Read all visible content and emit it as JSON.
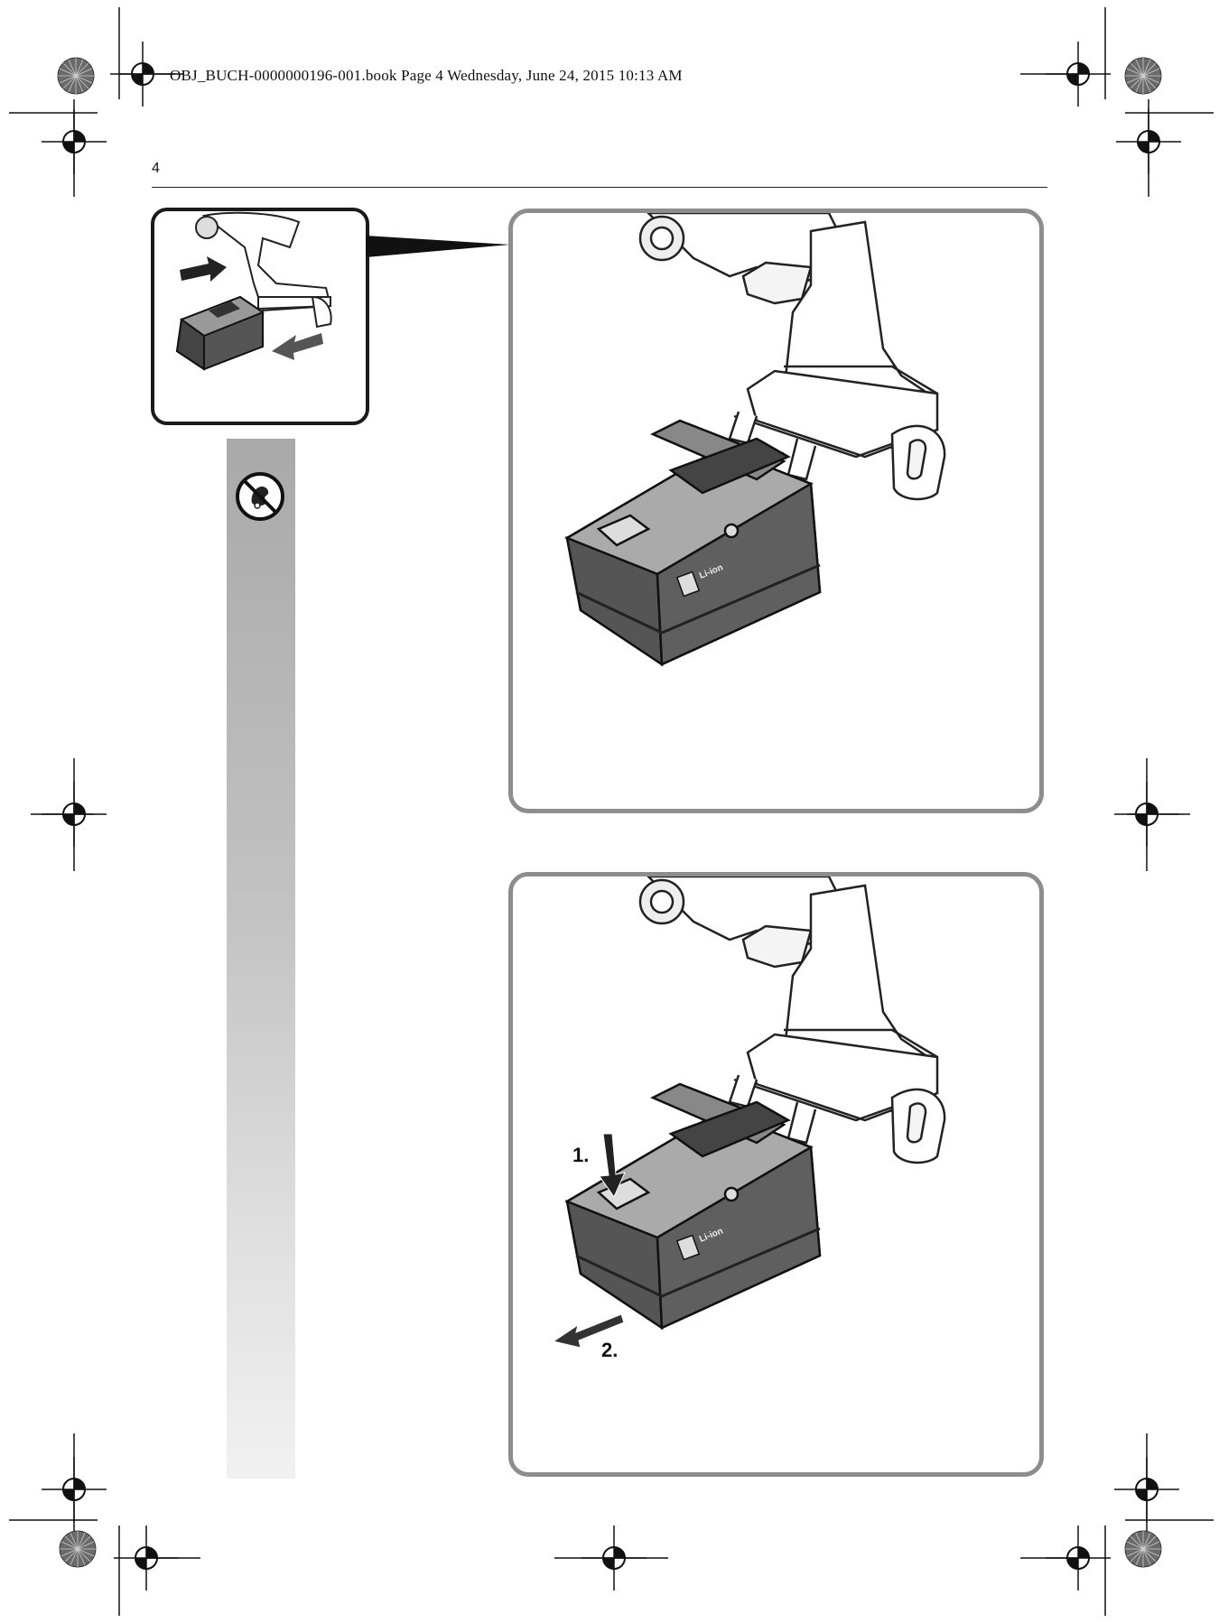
{
  "header": {
    "slug": "OBJ_BUCH-0000000196-001.book  Page 4  Wednesday, June 24, 2015  10:13 AM"
  },
  "page_number": "4",
  "figure2": {
    "step1": "1.",
    "step2": "2."
  },
  "battery_label": "Li-ion",
  "colors": {
    "panel_border": "#8d8d8d",
    "inset_border": "#1a1a1a",
    "sidebar_top": "#a9a9a9",
    "sidebar_bottom": "#f1f1f1"
  }
}
